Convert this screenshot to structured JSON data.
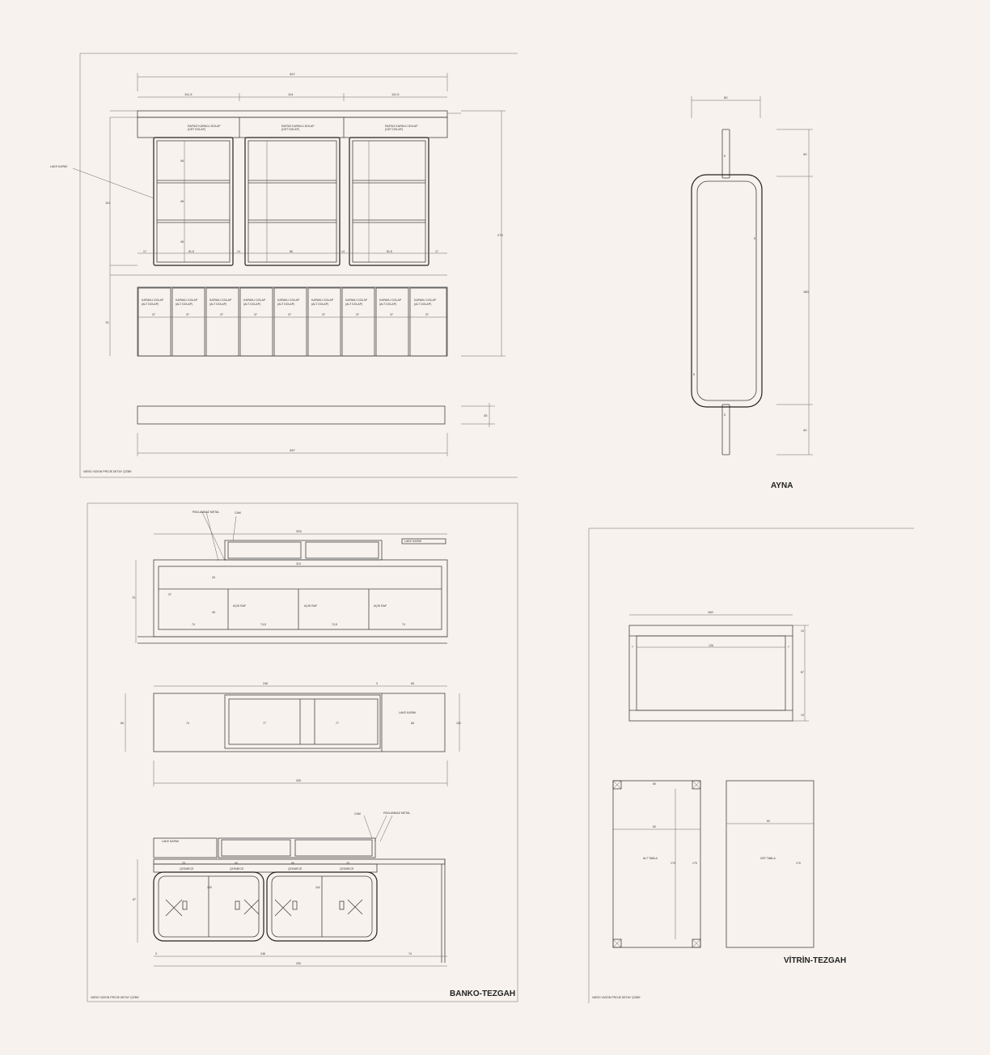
{
  "sheets": {
    "top_left": {
      "overall_width": "397",
      "module_widths": [
        "111,5",
        "114",
        "111,5"
      ],
      "cabinet_label": "RAFSIZ KAPAKLI DOLAP",
      "cabinet_sub": "(ÜST DOLAP)",
      "lower_cabinet_label": "KAPAKLI DOLAP",
      "lower_cabinet_sub": "(ALT DOLAP)",
      "side_label": "LAKE KAPAK",
      "left_height": "141",
      "right_height": "275",
      "lower_height": "75",
      "bottom_width": "397",
      "bottom_depth": "35",
      "shelf_dims": [
        "46",
        "46",
        "46"
      ],
      "inner_widths": [
        "81,5",
        "86",
        "81,5"
      ],
      "side_dims": [
        "17",
        "14",
        "14",
        "17"
      ],
      "lower_dims": [
        "37",
        "37",
        "37",
        "37",
        "37",
        "37",
        "37",
        "37",
        "37"
      ],
      "footer": "VARIO VIZION PROJE DETAY ÇİZİMİ"
    },
    "ayna": {
      "title": "AYNA",
      "width": "50",
      "top_dim": "40",
      "mid_dim": "180",
      "bottom_dim": "40",
      "frame_dims": [
        "5",
        "5",
        "5",
        "5"
      ]
    },
    "banko": {
      "title": "BANKO-TEZGAH",
      "front_width": "333",
      "front_inner": "313",
      "front_heights": [
        "29",
        "37",
        "45",
        "75"
      ],
      "front_bottom_dims": [
        "74",
        "74,5",
        "74,5",
        "74"
      ],
      "labels": {
        "stainless": "PASLANMAZ METAL",
        "glass": "CAM",
        "lacquer": "LAKE KAPAK",
        "drawer": "ÇEKMECE",
        "open_shelf": "AÇIK RAF"
      },
      "plan_dims": [
        "248",
        "65",
        "3"
      ],
      "plan_inner": [
        "74",
        "77",
        "77",
        "66"
      ],
      "plan_depth": "65",
      "plan_bottom": "333",
      "plan_side": "100",
      "back_width": "333",
      "back_module": [
        "100",
        "116"
      ],
      "back_bottom": [
        "248",
        "74",
        "3"
      ],
      "back_height": "87",
      "back_drawers": [
        "25",
        "60",
        "60",
        "25"
      ]
    },
    "vitrin": {
      "title": "VİTRİN-TEZGAH",
      "front_width": "160",
      "front_inner": "126",
      "front_sides": [
        "7",
        "7"
      ],
      "front_heights": [
        "10",
        "87",
        "10"
      ],
      "bottom_tabla": "ALT TABLA",
      "top_tabla": "ÜST TABLA",
      "tabla_width_a": "60",
      "tabla_width_b": "60",
      "tabla_width_c": "60",
      "tabla_height": "170",
      "footer": "VARIO VIZION PROJE DETAY ÇİZİMİ"
    }
  }
}
